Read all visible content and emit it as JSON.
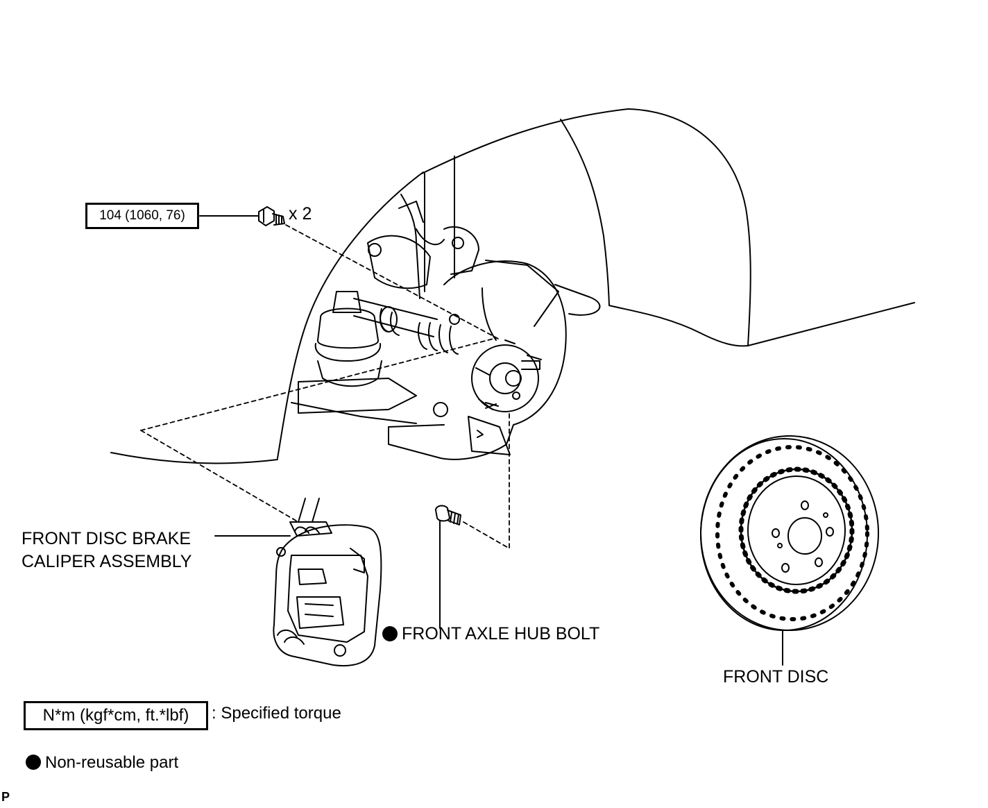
{
  "callouts": {
    "bolt_torque": "104 (1060, 76)",
    "bolt_quantity": "x 2",
    "caliper_line1": "FRONT DISC BRAKE",
    "caliper_line2": "CALIPER ASSEMBLY",
    "hub_bolt": "FRONT AXLE HUB BOLT",
    "front_disc": "FRONT DISC"
  },
  "legend": {
    "torque_box": "N*m (kgf*cm, ft.*lbf)",
    "torque_desc": ": Specified torque",
    "nonreusable_desc": "Non-reusable part"
  },
  "corner_mark": "P"
}
